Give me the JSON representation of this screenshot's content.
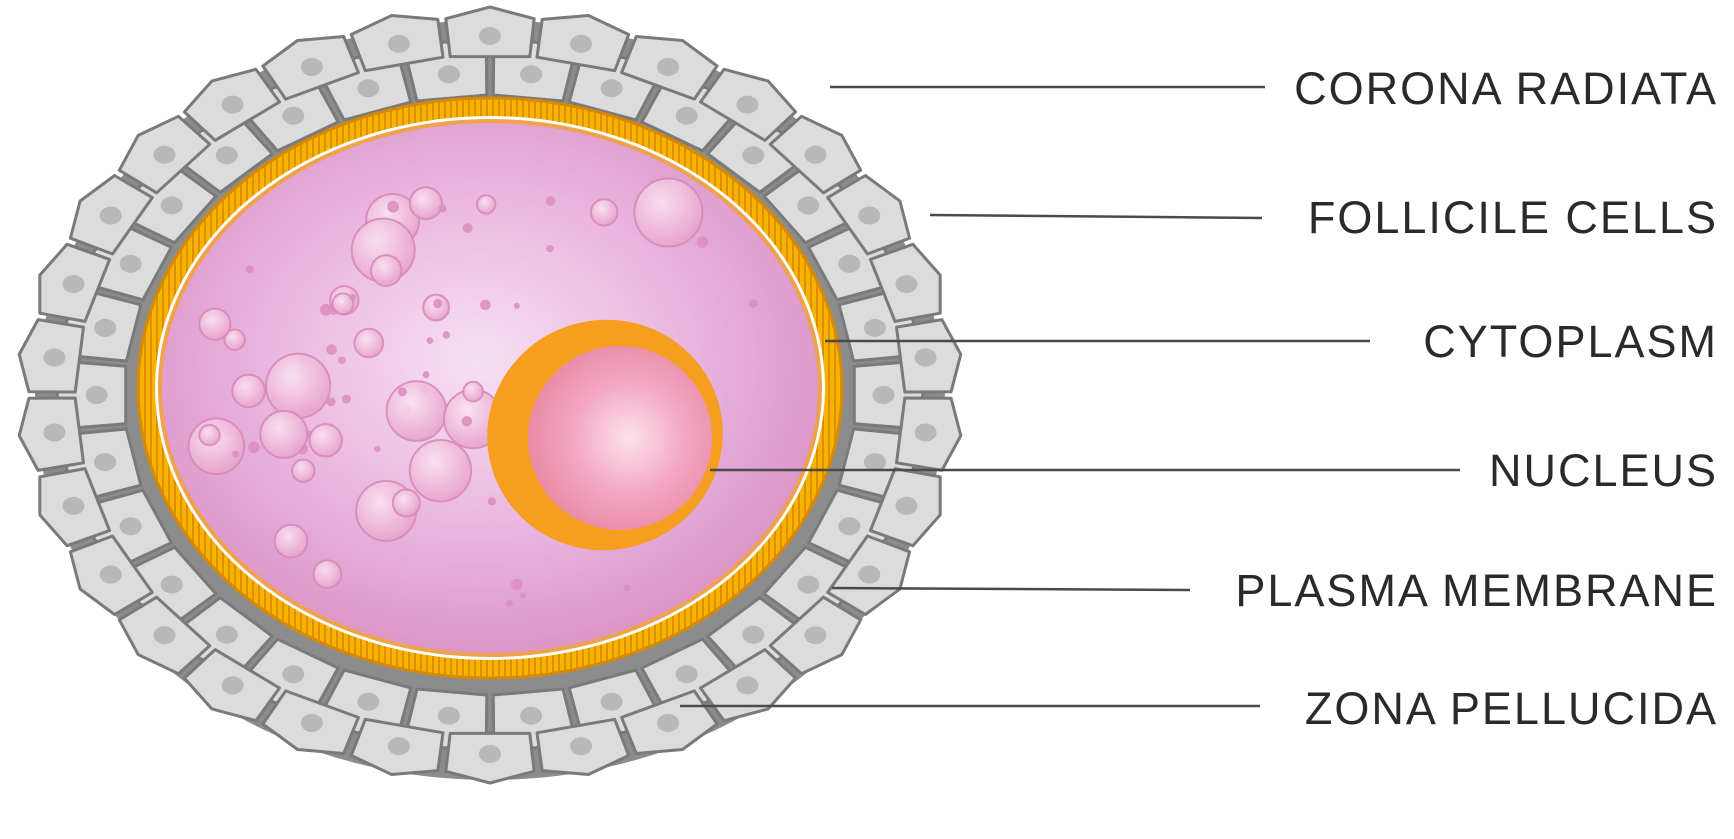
{
  "diagram": {
    "labels": {
      "corona_radiata": "CORONA RADIATA",
      "follicle_cells": "FOLLICILE CELLS",
      "cytoplasm": "CYTOPLASM",
      "nucleus": "NUCLEUS",
      "plasma_membrane": "PLASMA MEMBRANE",
      "zona_pellucida": "ZONA PELLUCIDA"
    },
    "colors": {
      "cell_fill": "#dcdcdc",
      "cell_stroke": "#7a7a7a",
      "zona": "#f5b300",
      "cytoplasm": "#e9a8d8",
      "nucleus_ring": "#f59e1f",
      "nucleus_center": "#f2a0bd",
      "label_text": "#2a2a2a"
    }
  }
}
